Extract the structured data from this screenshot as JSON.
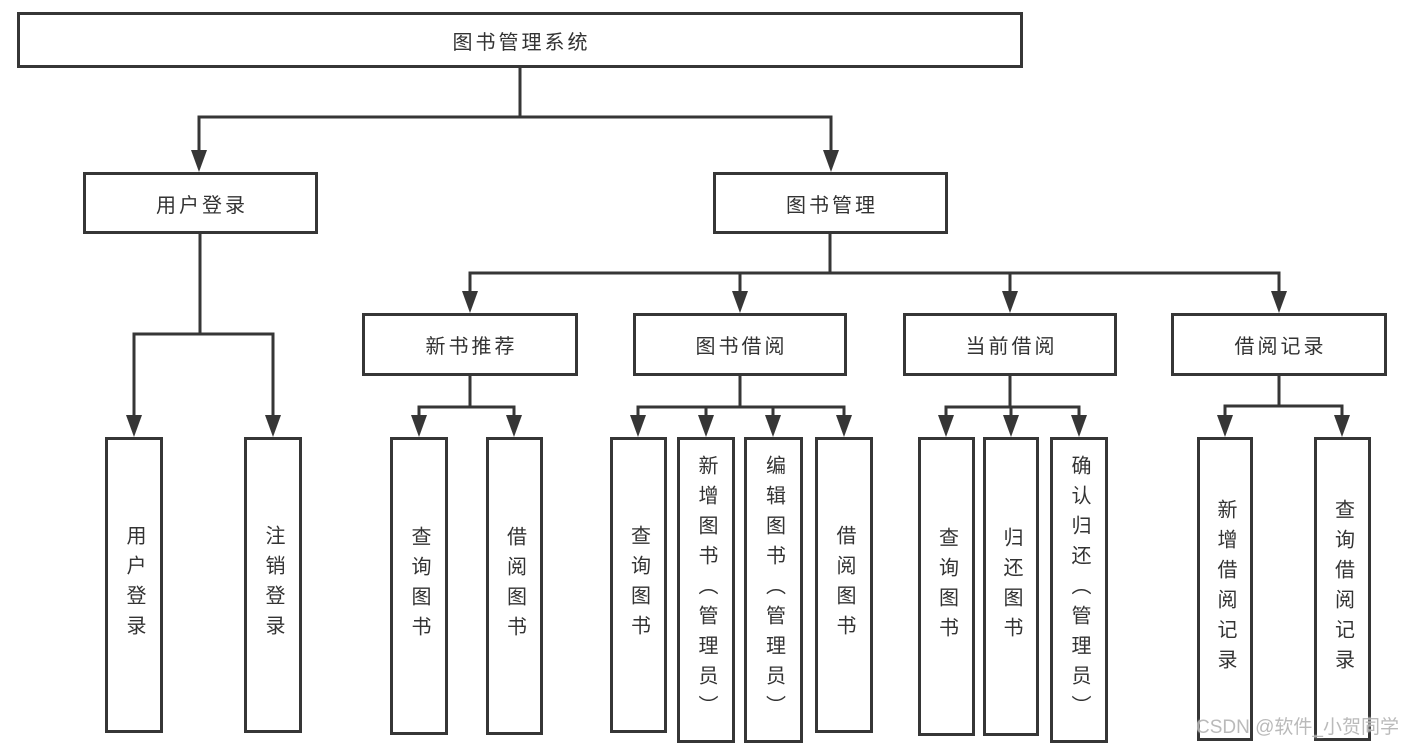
{
  "tree": {
    "root": {
      "label": "图书管理系统"
    },
    "branches": [
      {
        "label": "用户登录",
        "leaves": [
          {
            "label": "用户登录"
          },
          {
            "label": "注销登录"
          }
        ]
      },
      {
        "label": "图书管理",
        "children": [
          {
            "label": "新书推荐",
            "leaves": [
              {
                "label": "查询图书"
              },
              {
                "label": "借阅图书"
              }
            ]
          },
          {
            "label": "图书借阅",
            "leaves": [
              {
                "label": "查询图书"
              },
              {
                "label": "新增图书（管理员）"
              },
              {
                "label": "编辑图书（管理员）"
              },
              {
                "label": "借阅图书"
              }
            ]
          },
          {
            "label": "当前借阅",
            "leaves": [
              {
                "label": "查询图书"
              },
              {
                "label": "归还图书"
              },
              {
                "label": "确认归还（管理员）"
              }
            ]
          },
          {
            "label": "借阅记录",
            "leaves": [
              {
                "label": "新增借阅记录"
              },
              {
                "label": "查询借阅记录"
              }
            ]
          }
        ]
      }
    ]
  },
  "watermark": "CSDN @软件_小贺同学",
  "colors": {
    "line": "#363636",
    "text": "#333333",
    "box_background": "#ffffff",
    "watermark": "#b3b3b3"
  }
}
